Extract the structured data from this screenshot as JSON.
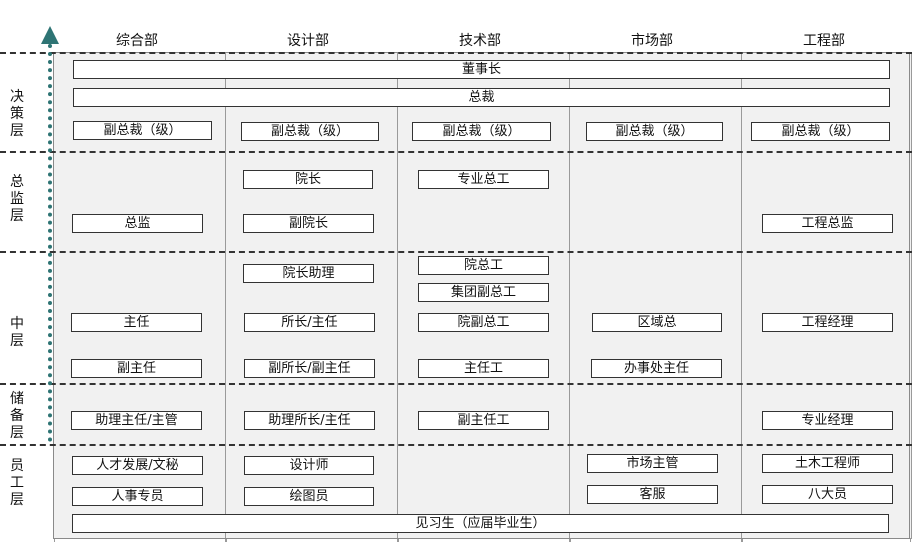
{
  "departments": [
    "综合部",
    "设计部",
    "技术部",
    "市场部",
    "工程部"
  ],
  "layers": [
    {
      "label": "决\n策\n层"
    },
    {
      "label": "总\n监\n层"
    },
    {
      "label": "中\n层"
    },
    {
      "label": "储\n备\n层"
    },
    {
      "label": "员\n工\n层"
    }
  ],
  "boxes": {
    "chairman": "董事长",
    "president": "总裁",
    "vp_general": "副总裁（级）",
    "vp_design": "副总裁（级）",
    "vp_tech": "副总裁（级）",
    "vp_market": "副总裁（级）",
    "vp_engineering": "副总裁（级）",
    "director_general": "总监",
    "dean": "院长",
    "vice_dean": "副院长",
    "chief_engineer": "专业总工",
    "engineering_director": "工程总监",
    "dean_assistant": "院长助理",
    "institute_chief_engineer": "院总工",
    "group_vice_chief_engineer": "集团副总工",
    "manager_general": "主任",
    "section_head": "所长/主任",
    "institute_vice_chief": "院副总工",
    "regional_head": "区域总",
    "engineering_manager": "工程经理",
    "vice_manager_general": "副主任",
    "vice_section_head": "副所长/副主任",
    "chief_engineer_tech": "主任工",
    "office_director": "办事处主任",
    "assistant_manager": "助理主任/主管",
    "assistant_section_head": "助理所长/主任",
    "vice_chief_engineer_tech": "副主任工",
    "specialist_manager": "专业经理",
    "talent_dev": "人才发展/文秘",
    "designer": "设计师",
    "marketing_supervisor": "市场主管",
    "civil_engineer": "土木工程师",
    "hr_specialist": "人事专员",
    "drafter": "绘图员",
    "customer_service": "客服",
    "eight_staff": "八大员",
    "intern": "见习生（应届毕业生）"
  }
}
